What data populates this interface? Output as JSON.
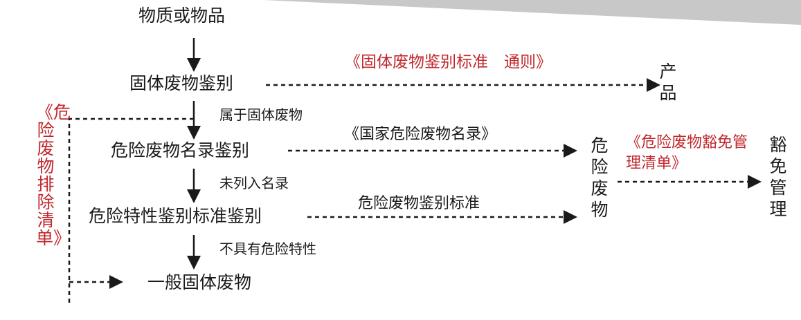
{
  "nodes": {
    "material": "物质或物品",
    "solid_waste_identification": "固体废物鉴别",
    "hazardous_list_identification": "危险废物名录鉴别",
    "hazard_characteristic_identification": "危险特性鉴别标准鉴别",
    "general_solid_waste": "一般固体废物",
    "product": "产品",
    "hazardous_waste": "危险废物",
    "exempt_management": "豁免管理"
  },
  "edge_labels": {
    "belongs_to_solid_waste": "属于固体废物",
    "not_listed": "未列入名录",
    "no_hazard_characteristic": "不具有危险特性"
  },
  "standards": {
    "general_rules": "《固体废物鉴别标准　通则》",
    "national_list": "《国家危险废物名录》",
    "identification_standard": "危险废物鉴别标准",
    "exemption_list": "《危险废物豁免管理清单》",
    "exclusion_list": "《危险废物排除清单》"
  },
  "colors": {
    "text": "#1a1a1a",
    "standard_red": "#c0282d",
    "banner_gray": "#c8c8c8"
  }
}
